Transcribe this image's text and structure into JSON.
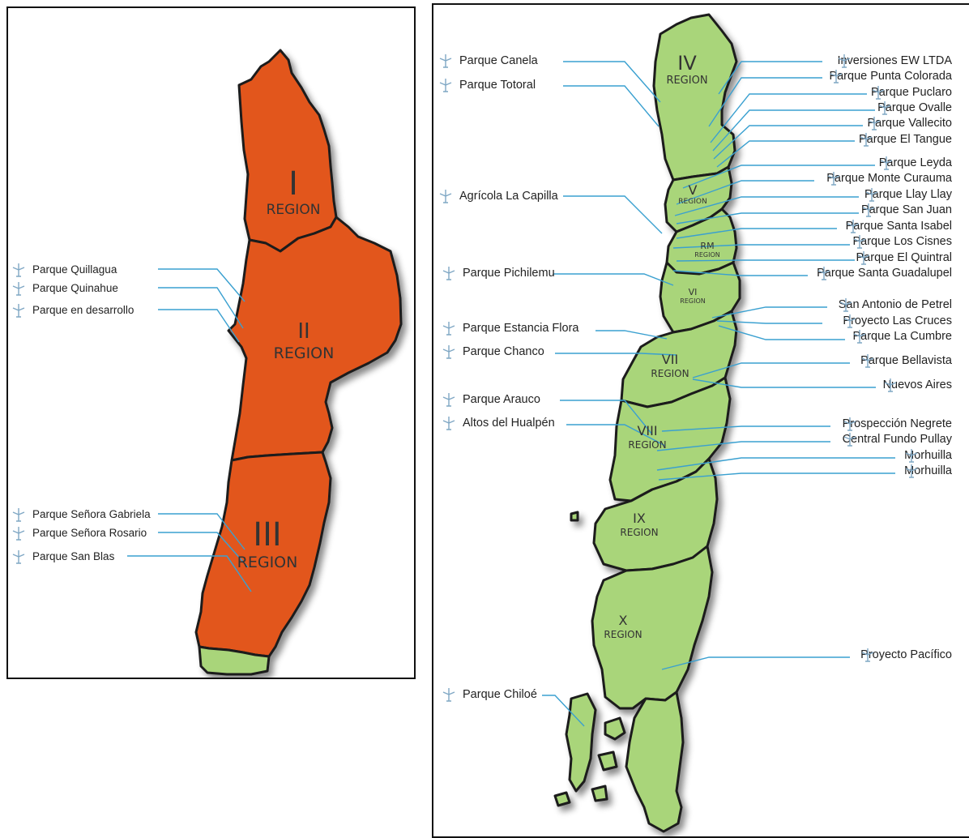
{
  "north_panel": {
    "regions": [
      {
        "numeral": "I",
        "label": "REGION"
      },
      {
        "numeral": "II",
        "label": "REGION"
      },
      {
        "numeral": "III",
        "label": "REGION"
      }
    ],
    "left_labels": [
      "Parque Quillagua",
      "Parque Quinahue",
      "Parque en desarrollo",
      "Parque Señora Gabriela",
      "Parque Señora Rosario",
      "Parque San Blas"
    ],
    "colors": {
      "fill": "#e2561f",
      "stroke": "#1a1a1a",
      "accent_green": "#a9d57a",
      "leader": "#3aa0d0"
    }
  },
  "south_panel": {
    "regions": [
      {
        "numeral": "IV",
        "label": "REGION"
      },
      {
        "numeral": "V",
        "label": "REGION"
      },
      {
        "numeral": "RM",
        "label": "REGION"
      },
      {
        "numeral": "VI",
        "label": "REGION"
      },
      {
        "numeral": "VII",
        "label": "REGION"
      },
      {
        "numeral": "VIII",
        "label": "REGION"
      },
      {
        "numeral": "IX",
        "label": "REGION"
      },
      {
        "numeral": "X",
        "label": "REGION"
      }
    ],
    "left_labels": [
      "Parque Canela",
      "Parque Totoral",
      "Agrícola La Capilla",
      "Parque Pichilemu",
      "Parque Estancia Flora",
      "Parque Chanco",
      "Parque Arauco",
      "Altos del Hualpén",
      "Parque Chiloé"
    ],
    "right_labels": [
      "Inversiones EW LTDA",
      "Parque Punta Colorada",
      "Parque Puclaro",
      "Parque Ovalle",
      "Parque Vallecito",
      "Parque El Tangue",
      "Parque Leyda",
      "Parque Monte Curauma",
      "Parque Llay Llay",
      "Parque San Juan",
      "Parque Santa Isabel",
      "Parque Los Cisnes",
      "Parque El Quintral",
      "Parque Santa Guadalupel",
      "San Antonio de Petrel",
      "Proyecto Las Cruces",
      "Parque La Cumbre",
      "Parque Bellavista",
      "Nuevos Aires",
      "Prospección Negrete",
      "Central Fundo Pullay",
      "Morhuilla",
      "Morhuilla",
      "Proyecto Pacífico"
    ],
    "colors": {
      "fill": "#a9d57a",
      "stroke": "#1a1a1a",
      "leader": "#3aa0d0"
    }
  },
  "icons": {
    "label_marker": "wind-turbine-icon"
  }
}
